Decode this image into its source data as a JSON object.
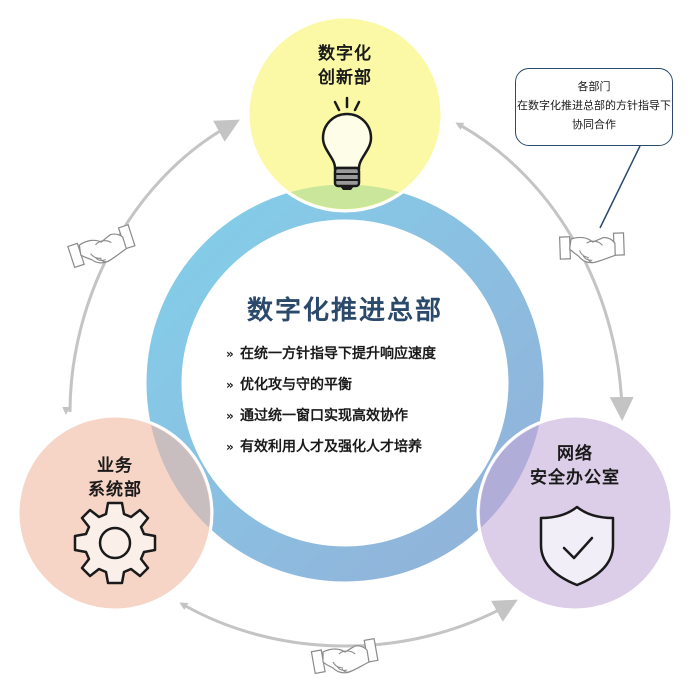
{
  "center": {
    "title": "数字化推进总部",
    "bullets": [
      "在统一方针指导下提升响应速度",
      "优化攻与守的平衡",
      "通过统一窗口实现高效协作",
      "有效利用人才及强化人才培养"
    ],
    "bullet_marker": "»",
    "ring_color_start": "#82CFEA",
    "ring_color_end": "#93B4D9"
  },
  "nodes": [
    {
      "id": "digital-innovation",
      "line1": "数字化",
      "line2": "创新部",
      "icon": "lightbulb-icon",
      "color": "#FBF9A6"
    },
    {
      "id": "business-systems",
      "line1": "业务",
      "line2": "系统部",
      "icon": "gear-icon",
      "color": "#F6D4C6"
    },
    {
      "id": "cyber-security",
      "line1": "网络",
      "line2": "安全办公室",
      "icon": "shield-check-icon",
      "color": "#DCCDE8"
    }
  ],
  "callout": {
    "line1": "各部门",
    "line2": "在数字化推进总部的方针指导下",
    "line3": "协同合作"
  },
  "connectors": {
    "icon": "handshake-icon",
    "arrow_color": "#C4C4C4"
  }
}
